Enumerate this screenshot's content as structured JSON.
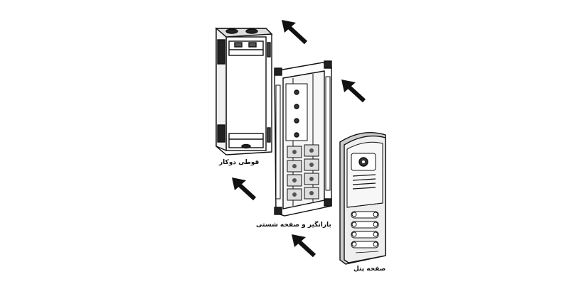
{
  "labels": {
    "mounting_box": "قوطی دوکار",
    "frame": "بارانگیر و صفحه شستی",
    "front_panel": "صفحه پنل"
  },
  "icons": {
    "arrow": "arrow-up-left-icon"
  },
  "colors": {
    "line": "#111111",
    "panel_fill": "#eeeeee",
    "frame_fill": "#f6f6f6",
    "accent_dark": "#333333"
  }
}
